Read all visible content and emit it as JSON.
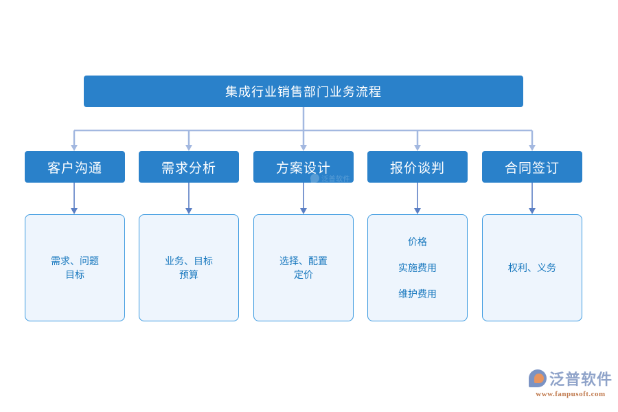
{
  "diagram": {
    "title": "集成行业销售部门业务流程",
    "stages": [
      {
        "label": "客户沟通",
        "detail_lines": [
          "需求、问题",
          "目标"
        ],
        "spaced": false
      },
      {
        "label": "需求分析",
        "detail_lines": [
          "业务、目标",
          "预算"
        ],
        "spaced": false
      },
      {
        "label": "方案设计",
        "detail_lines": [
          "选择、配置",
          "定价"
        ],
        "spaced": false
      },
      {
        "label": "报价谈判",
        "detail_lines": [
          "价格",
          "实施费用",
          "维护费用"
        ],
        "spaced": true
      },
      {
        "label": "合同签订",
        "detail_lines": [
          "权利、义务"
        ],
        "spaced": false
      }
    ]
  },
  "watermark": {
    "inline_text": "泛普软件"
  },
  "logo": {
    "name": "泛普软件",
    "url": "www.fanpusoft.com"
  },
  "colors": {
    "box_fill": "#2a81ca",
    "box_text": "#ffffff",
    "detail_fill": "#eef5fd",
    "detail_border": "#3c9ae0",
    "detail_text": "#1878be",
    "connector_tree": "#a3b8e0",
    "connector_stem": "#5b7fc4",
    "background": "#ffffff"
  }
}
